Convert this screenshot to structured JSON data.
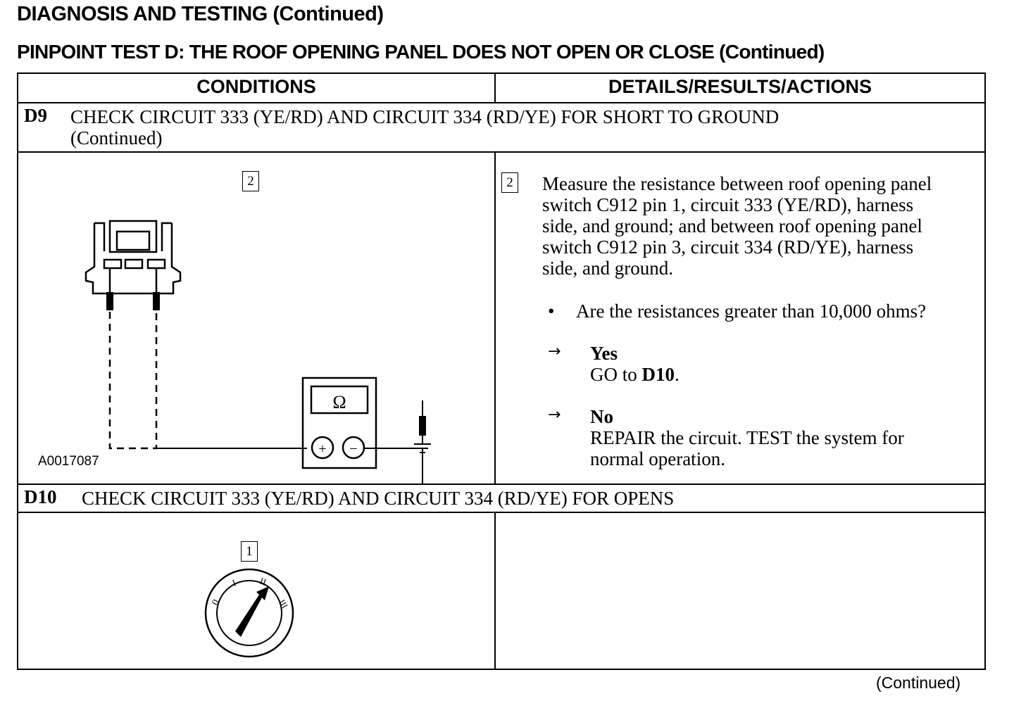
{
  "header": {
    "title": "DIAGNOSIS AND TESTING (Continued)",
    "subtitle": "PINPOINT TEST D:  THE ROOF OPENING PANEL DOES NOT OPEN OR CLOSE (Continued)"
  },
  "table": {
    "columns": [
      "CONDITIONS",
      "DETAILS/RESULTS/ACTIONS"
    ],
    "steps": [
      {
        "id": "D9",
        "title_line1": "CHECK CIRCUIT 333 (YE/RD) AND CIRCUIT 334 (RD/YE) FOR SHORT TO GROUND",
        "title_line2": "(Continued)",
        "substep": {
          "number": "2",
          "instruction_lines": [
            "Measure the resistance between roof opening panel",
            "switch C912 pin 1, circuit 333 (YE/RD), harness",
            "side, and ground; and between roof opening panel",
            "switch C912 pin 3, circuit 334 (RD/YE), harness",
            "side, and ground."
          ],
          "question": "Are the resistances greater than 10,000 ohms?",
          "bullet": "•",
          "yes_label": "Yes",
          "yes_action_prefix": "GO to ",
          "yes_action_target": "D10",
          "yes_action_suffix": ".",
          "no_label": "No",
          "no_action_line1": "REPAIR the circuit. TEST the system for",
          "no_action_line2": "normal operation.",
          "arrow_glyph": "→"
        },
        "figure": {
          "number": "2",
          "meter_symbol": "Ω",
          "plus_symbol": "+",
          "minus_symbol": "−",
          "figure_id": "A0017087"
        }
      },
      {
        "id": "D10",
        "title": "CHECK CIRCUIT 333 (YE/RD) AND CIRCUIT 334 (RD/YE) FOR OPENS",
        "figure": {
          "number": "1",
          "dial_labels": [
            "0",
            "I",
            "II",
            "III"
          ]
        }
      }
    ]
  },
  "footer": {
    "continued": "(Continued)"
  }
}
